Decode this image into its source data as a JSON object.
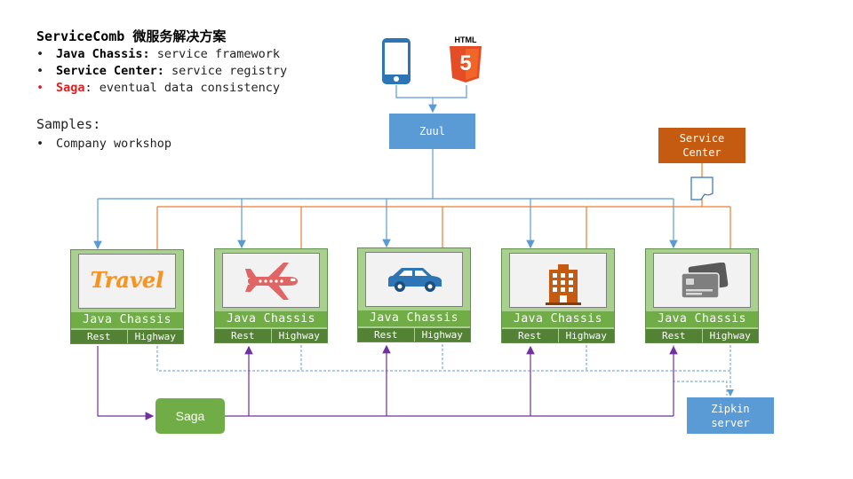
{
  "header": {
    "title": "ServiceComb 微服务解决方案",
    "bullets": [
      {
        "dot": "•",
        "term": "Java Chassis:",
        "desc": " service framework"
      },
      {
        "dot": "•",
        "term": "Service Center:",
        "desc": " service registry"
      },
      {
        "dot": "•",
        "term": "Saga",
        "desc": ": eventual data consistency"
      }
    ]
  },
  "samples": {
    "heading": "Samples:",
    "items": [
      {
        "dot": "•",
        "text": "Company workshop"
      }
    ]
  },
  "clients": {
    "html_label": "HTML",
    "html_version": "5",
    "icons": [
      "mobile-phone-icon",
      "html5-icon"
    ]
  },
  "zuul": {
    "label": "Zuul"
  },
  "service_center": {
    "line1": "Service",
    "line2": "Center"
  },
  "zipkin": {
    "line1": "Zipkin",
    "line2": "server"
  },
  "saga": {
    "label": "Saga"
  },
  "services": [
    {
      "icon": "travel-logo",
      "logo_text": "Travel",
      "chassis": "Java Chassis",
      "rest": "Rest",
      "highway": "Highway"
    },
    {
      "icon": "airplane-icon",
      "chassis": "Java Chassis",
      "rest": "Rest",
      "highway": "Highway"
    },
    {
      "icon": "car-icon",
      "chassis": "Java Chassis",
      "rest": "Rest",
      "highway": "Highway"
    },
    {
      "icon": "hotel-building-icon",
      "chassis": "Java Chassis",
      "rest": "Rest",
      "highway": "Highway"
    },
    {
      "icon": "credit-card-icon",
      "chassis": "Java Chassis",
      "rest": "Rest",
      "highway": "Highway"
    }
  ],
  "colors": {
    "blue": "#5b9bd5",
    "orange": "#ed7d31",
    "service_center": "#c55a11",
    "green": "#70ad47",
    "dark_green": "#548235",
    "purple": "#7030a0",
    "red_text": "#e02020"
  }
}
